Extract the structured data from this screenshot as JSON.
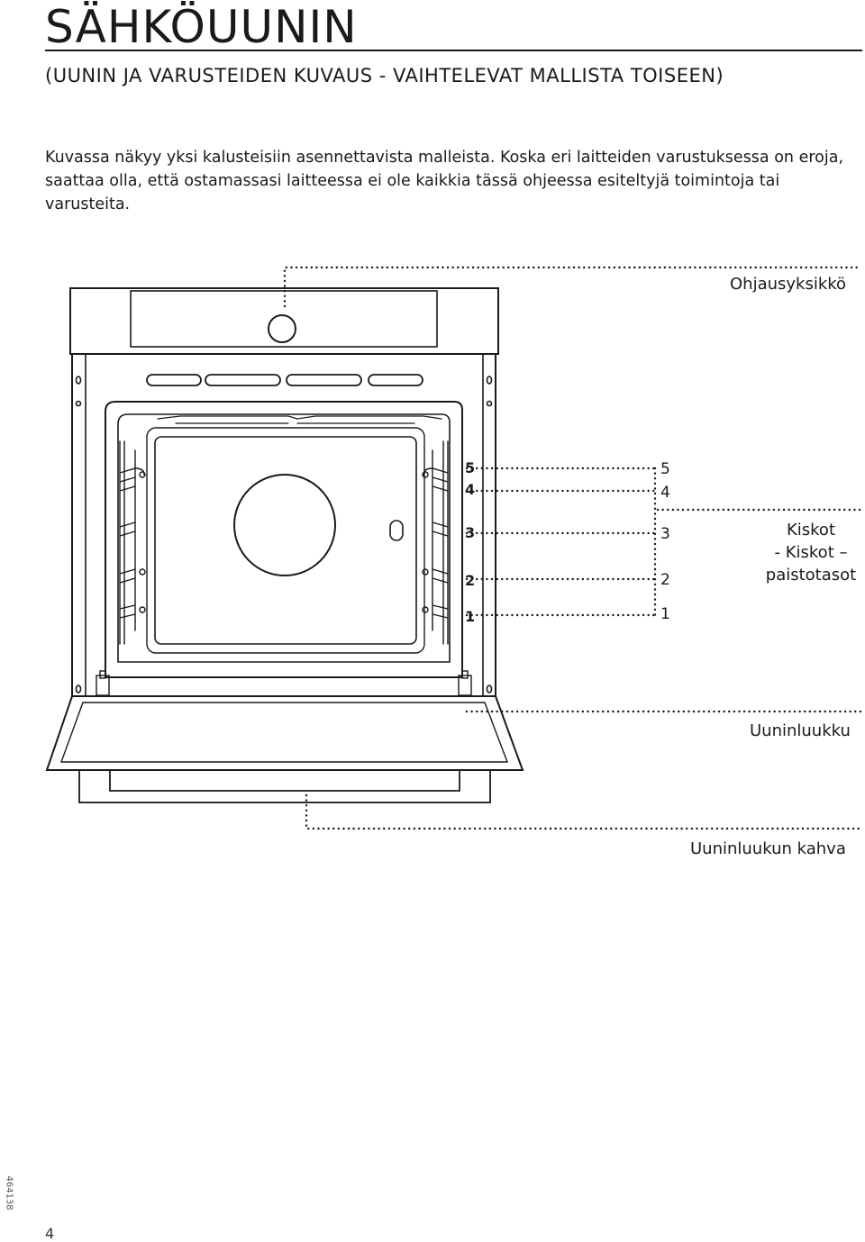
{
  "header": {
    "title": "SÄHKÖUUNIN",
    "subtitle": "(UUNIN JA VARUSTEIDEN KUVAUS - VAIHTELEVAT MALLISTA TOISEEN)"
  },
  "intro": {
    "text": "Kuvassa näkyy yksi kalusteisiin asennettavista malleista. Koska eri laitteiden varustuksessa on eroja, saattaa olla, että ostamassasi laitteessa ei ole kaikkia tässä ohjeessa esiteltyjä toimintoja tai varusteita."
  },
  "diagram": {
    "labels": {
      "control_unit": "Ohjausyksikkö",
      "rail_5": "5",
      "rail_4": "4",
      "rail_3": "3",
      "rail_2": "2",
      "rail_1": "1",
      "racks_line1": "Kiskot",
      "racks_line2": "- Kiskot –",
      "racks_line3": "paistotasot",
      "oven_door": "Uuninluukku",
      "door_handle": "Uuninluukun kahva"
    },
    "rack_markings": [
      "5",
      "4",
      "3",
      "2",
      "1"
    ]
  },
  "footer": {
    "side_code": "464138",
    "page_number": "4"
  }
}
